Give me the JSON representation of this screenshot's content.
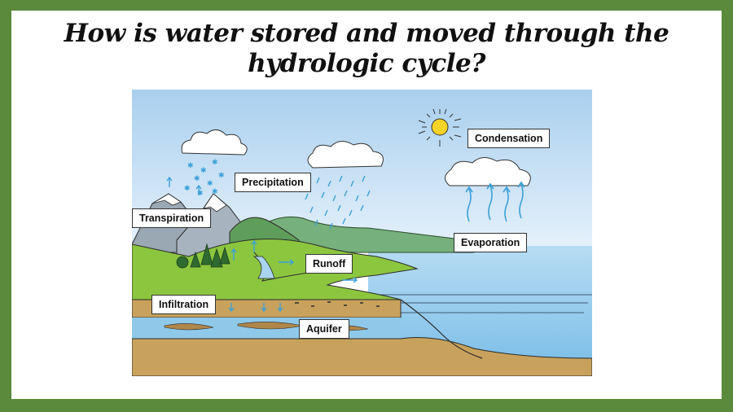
{
  "title": "How is water stored and moved through the hydrologic cycle?",
  "labels": {
    "condensation": "Condensation",
    "precipitation": "Precipitation",
    "transpiration": "Transpiration",
    "evaporation": "Evaporation",
    "runoff": "Runoff",
    "infiltration": "Infiltration",
    "aquifer": "Aquifer"
  },
  "colors": {
    "frame": "#5a8a3a",
    "sky": "#bcdcf2",
    "water": "#a9d4ef",
    "grass": "#8cc63f",
    "soil": "#c8a25c",
    "sun": "#f5d327",
    "arrow": "#3aa0d8"
  }
}
